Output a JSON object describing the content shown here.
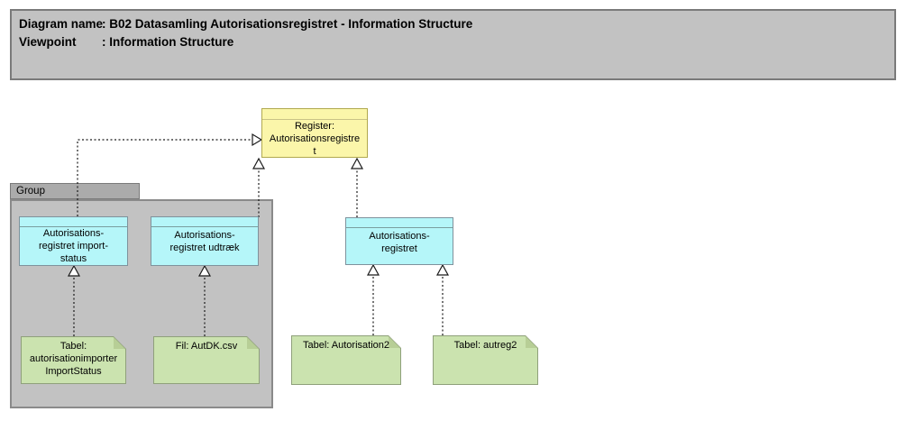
{
  "header": {
    "rows": [
      {
        "label": "Diagram name",
        "value": ": B02 Datasamling Autorisationsregistret - Information Structure"
      },
      {
        "label": "Viewpoint",
        "value": ": Information Structure"
      }
    ]
  },
  "group": {
    "label": "Group"
  },
  "nodes": {
    "register": {
      "type": "business-object",
      "label": "Register: Autorisationsregistret",
      "lines": [
        "Register:",
        "Autorisationsregistre",
        "t"
      ],
      "fill": "#FBF6AA"
    },
    "import_status": {
      "type": "business-object",
      "label": "Autorisations-registret import-status",
      "lines": [
        "Autorisations-",
        "registret import-",
        "status"
      ],
      "fill": "#B5F6F9"
    },
    "udtraek": {
      "type": "business-object",
      "label": "Autorisations-registret udtræk",
      "lines": [
        "Autorisations-",
        "registret udtræk"
      ],
      "fill": "#B5F6F9"
    },
    "autorisationsregistret": {
      "type": "business-object",
      "label": "Autorisations-registret",
      "lines": [
        "Autorisations-",
        "registret"
      ],
      "fill": "#B5F6F9"
    },
    "note_importstatus": {
      "type": "note",
      "label": "Tabel: autorisationimporterImportStatus",
      "lines": [
        "Tabel:",
        "autorisationimporter",
        "ImportStatus"
      ],
      "fill": "#CBE3AF"
    },
    "note_autdk": {
      "type": "note",
      "label": "Fil: AutDK.csv",
      "lines": [
        "Fil: AutDK.csv"
      ],
      "fill": "#CBE3AF"
    },
    "note_autorisation2": {
      "type": "note",
      "label": "Tabel: Autorisation2",
      "lines": [
        "Tabel: Autorisation2"
      ],
      "fill": "#CBE3AF"
    },
    "note_autreg2": {
      "type": "note",
      "label": "Tabel: autreg2",
      "lines": [
        "Tabel: autreg2"
      ],
      "fill": "#CBE3AF"
    }
  },
  "connectors": [
    {
      "type": "realization",
      "from": "import_status",
      "to": "register"
    },
    {
      "type": "realization",
      "from": "udtraek",
      "to": "register"
    },
    {
      "type": "realization",
      "from": "autorisationsregistret",
      "to": "register"
    },
    {
      "type": "realization",
      "from": "note_importstatus",
      "to": "import_status"
    },
    {
      "type": "realization",
      "from": "note_autdk",
      "to": "udtraek"
    },
    {
      "type": "realization",
      "from": "note_autorisation2",
      "to": "autorisationsregistret"
    },
    {
      "type": "realization",
      "from": "note_autreg2",
      "to": "autorisationsregistret"
    }
  ],
  "colors": {
    "title_bar_fill": "#C2C2C2",
    "group_tab_fill": "#ABABAB",
    "group_body_fill": "#C2C2C2",
    "business_object_cyan": "#B5F6F9",
    "business_object_yellow": "#FBF6AA",
    "note_green": "#CBE3AF",
    "connector": "#1A1A1A"
  }
}
